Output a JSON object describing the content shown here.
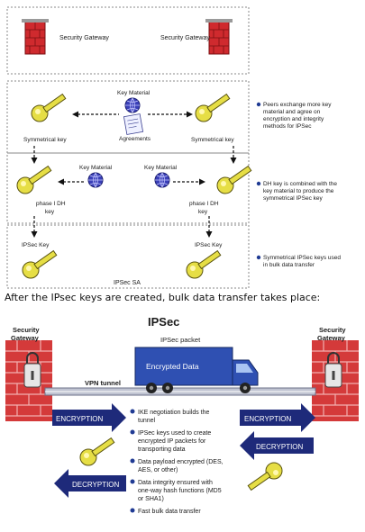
{
  "top": {
    "gateway_left": "Security Gateway",
    "gateway_right": "Security Gateway",
    "key_material": "Key Material",
    "agreements": "Agreements",
    "sym_key_left": "Symmetrical key",
    "sym_key_right": "Symmetrical key",
    "note1": [
      "Peers exchange more key",
      "material and agree on",
      "encryption and integrity",
      "methods for IPSec"
    ],
    "key_material_left": "Key Material",
    "key_material_right": "Key Material",
    "phase_left": [
      "phase I DH",
      "key"
    ],
    "phase_right": [
      "phase I DH",
      "key"
    ],
    "note2": [
      "DH key is combined with the",
      "key material to produce the",
      "symmetrical IPSec key"
    ],
    "ipsec_key_left": "IPSec Key",
    "ipsec_key_right": "IPSec Key",
    "ipsec_sa": "IPSec SA",
    "note3": [
      "Symmetrical IPSec keys used",
      "in bulk data transfer"
    ]
  },
  "caption": "After the IPsec keys are created, bulk data transfer takes place:",
  "bottom": {
    "title": "IPSec",
    "gateway_left": [
      "Security",
      "Gateway"
    ],
    "gateway_right": [
      "Security",
      "Gateway"
    ],
    "packet_label": "IPSec packet",
    "truck_label": "Encrypted Data",
    "tunnel_label": "VPN tunnel",
    "encryption": "ENCRYPTION",
    "decryption": "DECRYPTION",
    "bullets": [
      [
        "IKE negotiation builds the",
        "tunnel"
      ],
      [
        "IPSec keys used to create",
        "encrypted IP packets for",
        "transporting data"
      ],
      [
        "Data payload encrypted (DES,",
        "AES, or other)"
      ],
      [
        "Data integrity ensured with",
        "one-way hash functions (MD5",
        "or SHA1)"
      ],
      [
        "Fast bulk data transfer"
      ]
    ]
  },
  "colors": {
    "wall_red": "#d0262b",
    "key_yellow": "#e8e04a",
    "arrow_blue": "#1c2a78",
    "truck_blue": "#2f4fb0",
    "tunnel_gray": "#b8bcc8",
    "bullet_blue": "#1f3a93"
  }
}
